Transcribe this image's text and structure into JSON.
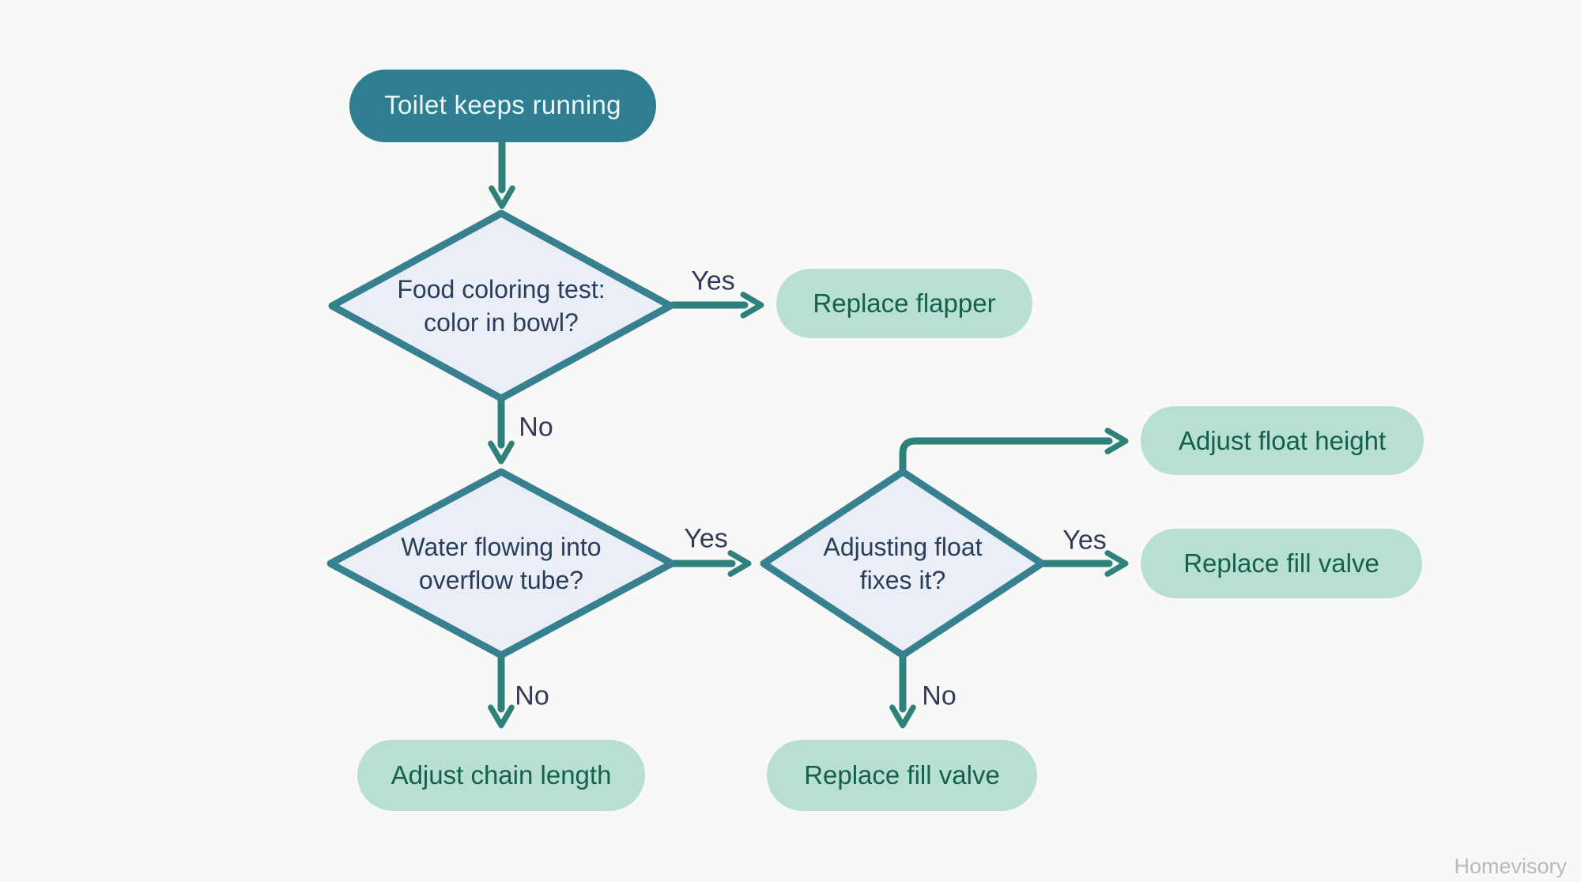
{
  "diagram": {
    "watermark": "Homevisory",
    "colors": {
      "canvas_bg": "#f8f9f6",
      "start_fill": "#2f7d91",
      "start_text": "#eef7f8",
      "decision_fill": "#eaeef7",
      "decision_border": "#37808f",
      "decision_text": "#2a3e5c",
      "result_fill": "#b7e0d2",
      "result_text": "#14604d",
      "arrow": "#2f817b",
      "edge_label_text": "#333a58",
      "watermark_text": "#b6bac2"
    },
    "start_node": {
      "label": "Toilet keeps running"
    },
    "decisions": [
      {
        "id": "food-coloring-test",
        "line1": "Food coloring test:",
        "line2": "color in bowl?"
      },
      {
        "id": "water-overflow-tube",
        "line1": "Water flowing into",
        "line2": "overflow tube?"
      },
      {
        "id": "adjusting-float",
        "line1": "Adjusting float",
        "line2": "fixes it?"
      }
    ],
    "results": [
      {
        "id": "replace-flapper",
        "label": "Replace flapper"
      },
      {
        "id": "adjust-float-height",
        "label": "Adjust float height"
      },
      {
        "id": "replace-fill-valve-right",
        "label": "Replace fill valve"
      },
      {
        "id": "adjust-chain-length",
        "label": "Adjust chain length"
      },
      {
        "id": "replace-fill-valve-bottom",
        "label": "Replace fill valve"
      }
    ],
    "edge_labels": {
      "yes1": "Yes",
      "no1": "No",
      "yes2": "Yes",
      "yes3": "Yes",
      "no2": "No",
      "no3": "No"
    }
  }
}
